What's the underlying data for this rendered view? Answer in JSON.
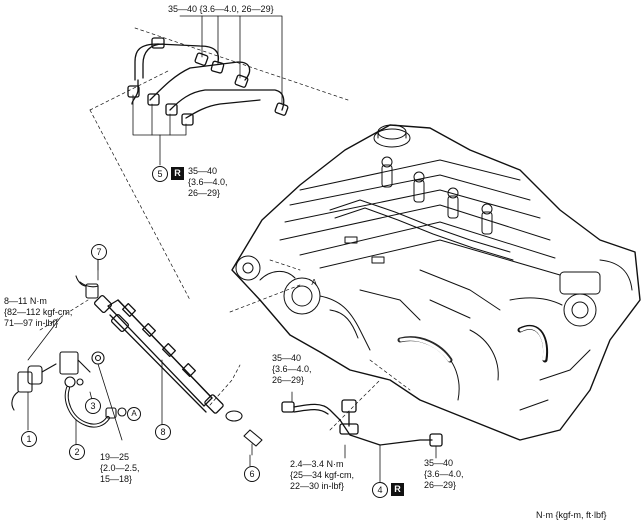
{
  "torque": {
    "top": "35—40 {3.6—4.0, 26—29}",
    "pipes_left": [
      "35—40",
      "{3.6—4.0,",
      "26—29}"
    ],
    "injection_pipe_mid": [
      "35—40",
      "{3.6—4.0,",
      "26—29}"
    ],
    "injection_pipe_bottom": [
      "35—40",
      "{3.6—4.0,",
      "26—29}"
    ],
    "bracket_bolt": [
      "8—11 N·m",
      "{82—112 kgf-cm,",
      "71—97 in-lbf}"
    ],
    "rail_bolt": [
      "19—25",
      "{2.0—2.5,",
      "15—18}"
    ],
    "clamp_bolt": [
      "2.4—3.4 N·m",
      "{25—34 kgf-cm,",
      "22—30 in-lbf}"
    ]
  },
  "callouts": {
    "c1": "1",
    "c2": "2",
    "c3": "3",
    "c4": "4",
    "c5": "5",
    "c6": "6",
    "c7": "7",
    "c8": "8"
  },
  "refs": {
    "a_left": "A",
    "a_engine": "A"
  },
  "replace_mark": "R",
  "units": "N·m {kgf-m, ft·lbf}"
}
